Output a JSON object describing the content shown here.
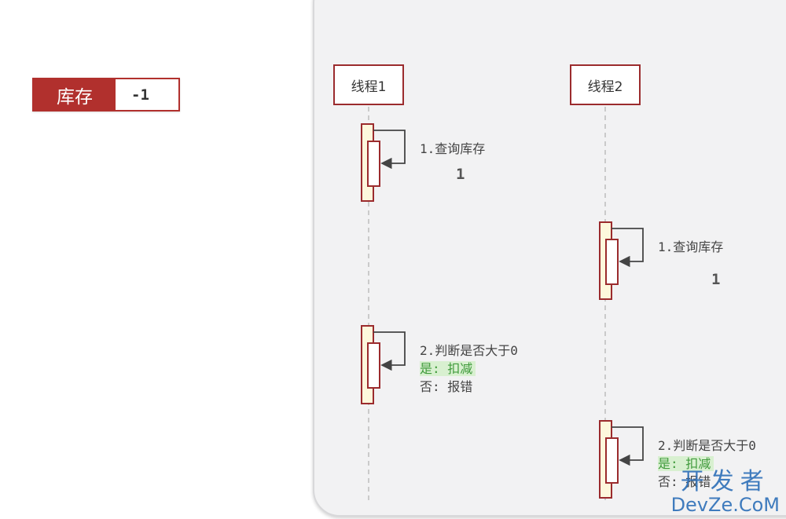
{
  "stock": {
    "label": "库存",
    "value": "-1"
  },
  "threads": [
    {
      "label": "线程1"
    },
    {
      "label": "线程2"
    }
  ],
  "thread1": {
    "step1": {
      "text": "1.查询库存",
      "result": "1"
    },
    "step2": {
      "title": "2.判断是否大于0",
      "yes": "是: 扣减",
      "no": "否: 报错"
    }
  },
  "thread2": {
    "step1": {
      "text": "1.查询库存",
      "result": "1"
    },
    "step2": {
      "title": "2.判断是否大于0",
      "yes": "是: 扣减",
      "no": "否: 报错"
    }
  },
  "watermark": {
    "cn": "开发者",
    "en": "DevZe.CoM"
  },
  "colors": {
    "brand_red": "#b1302d",
    "border_red": "#9b2b2d",
    "activation_fill": "#fdf8dc",
    "highlight_green": "#d8f0d0",
    "watermark_blue": "#2c6fb8"
  }
}
